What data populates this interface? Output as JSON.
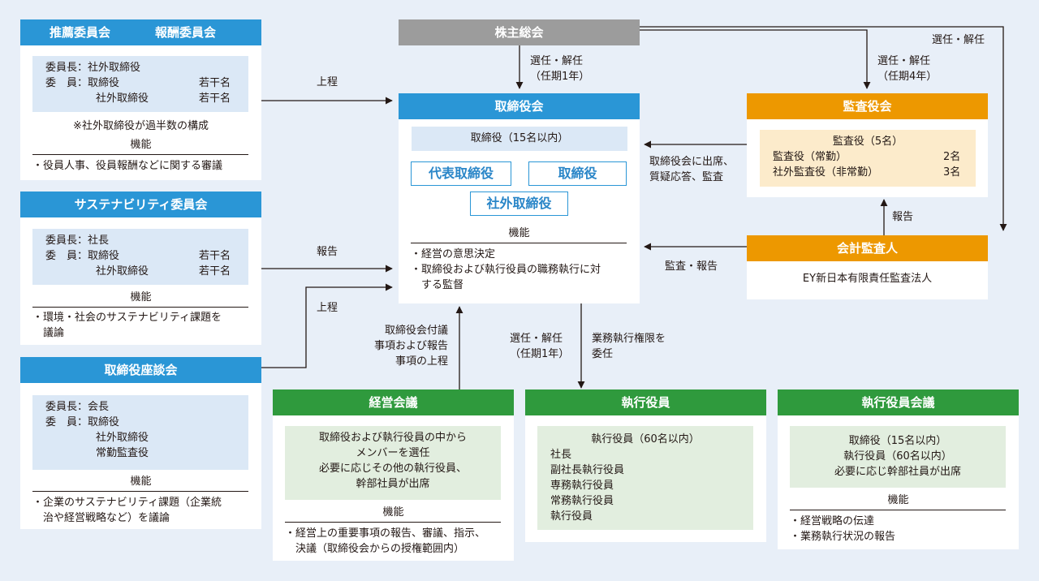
{
  "nomination": {
    "title_left": "推薦委員会",
    "title_right": "報酬委員会",
    "members": [
      {
        "role": "委員長：社外取締役",
        "count": ""
      },
      {
        "role": "委　員：取締役",
        "count": "若干名"
      },
      {
        "role": "社外取締役",
        "count": "若干名"
      }
    ],
    "note": "※社外取締役が過半数の構成",
    "function_label": "機能",
    "function_items": [
      "・役員人事、役員報酬などに関する審議"
    ]
  },
  "sustainability": {
    "title": "サステナビリティ委員会",
    "members": [
      {
        "role": "委員長：社長",
        "count": ""
      },
      {
        "role": "委　員：取締役",
        "count": "若干名"
      },
      {
        "role": "社外取締役",
        "count": "若干名"
      }
    ],
    "function_label": "機能",
    "function_items": [
      "・環境・社会のサステナビリティ課題を",
      "議論"
    ]
  },
  "directors_meeting": {
    "title": "取締役座談会",
    "members": [
      "委員長：会長",
      "委　員：取締役",
      "社外取締役",
      "常勤監査役"
    ],
    "function_label": "機能",
    "function_items": [
      "・企業のサステナビリティ課題（企業統",
      "治や経営戦略など）を議論"
    ]
  },
  "shareholders": {
    "title": "株主総会"
  },
  "board": {
    "title": "取締役会",
    "composition": "取締役（15名以内）",
    "roles": [
      "代表取締役",
      "取締役",
      "社外取締役"
    ],
    "function_label": "機能",
    "function_items": [
      "・経営の意思決定",
      "・取締役および執行役員の職務執行に対",
      "する監督"
    ]
  },
  "auditors": {
    "title": "監査役会",
    "composition": "監査役（5名）",
    "members": [
      {
        "role": "監査役（常勤）",
        "count": "2名"
      },
      {
        "role": "社外監査役（非常勤）",
        "count": "3名"
      }
    ]
  },
  "accounting_auditor": {
    "title": "会計監査人",
    "name": "EY新日本有限責任監査法人"
  },
  "management_council": {
    "title": "経営会議",
    "desc": [
      "取締役および執行役員の中から",
      "メンバーを選任",
      "必要に応じその他の執行役員、",
      "幹部社員が出席"
    ],
    "function_label": "機能",
    "function_items": [
      "・経営上の重要事項の報告、審議、指示、",
      "決議（取締役会からの授権範囲内）"
    ]
  },
  "executive_officers": {
    "title": "執行役員",
    "composition": "執行役員（60名以内）",
    "members": [
      "社長",
      "副社長執行役員",
      "専務執行役員",
      "常務執行役員",
      "執行役員"
    ]
  },
  "exec_meeting": {
    "title": "執行役員会議",
    "desc": [
      "取締役（15名以内）",
      "執行役員（60名以内）",
      "必要に応じ幹部社員が出席"
    ],
    "function_label": "機能",
    "function_items": [
      "・経営戦略の伝達",
      "・業務執行状況の報告"
    ]
  },
  "arrows": {
    "report_up_1": "上程",
    "report_2": "報告",
    "report_up_3": "上程",
    "elect_board": [
      "選任・解任",
      "（任期1年）"
    ],
    "elect_auditors": [
      "選任・解任",
      "（任期4年）"
    ],
    "elect_accounting": "選任・解任",
    "auditors_to_board": [
      "取締役会に出席、",
      "質疑応答、監査"
    ],
    "accounting_report": "報告",
    "audit_report": "監査・報告",
    "council_items": [
      "取締役会付議",
      "事項および報告",
      "事項の上程"
    ],
    "elect_exec": [
      "選任・解任",
      "（任期1年）"
    ],
    "delegate": [
      "業務執行権限を",
      "委任"
    ]
  },
  "colors": {
    "blue": "#2a96d6",
    "gray": "#9c9c9c",
    "orange": "#ed9800",
    "green": "#2f9a3d",
    "background": "#e8eff8"
  }
}
